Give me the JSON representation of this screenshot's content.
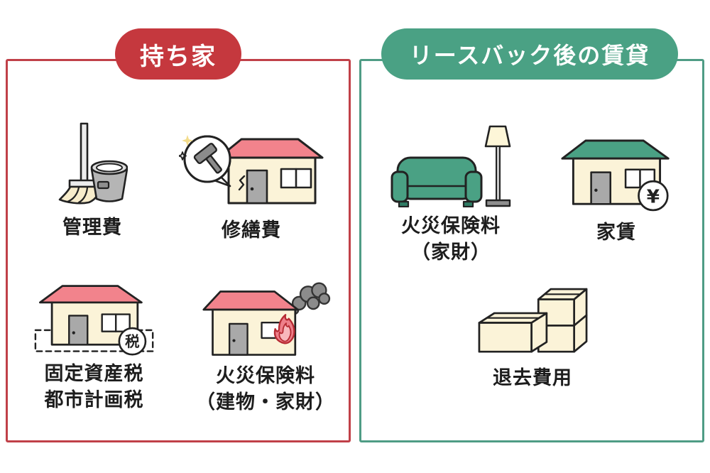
{
  "colors": {
    "owned_accent": "#c5383e",
    "owned_border": "#c04048",
    "leaseback_accent": "#4aa184",
    "leaseback_border": "#4f9c85",
    "roof_pink": "#f2838c",
    "roof_green": "#4aa184",
    "cream": "#fbf3d8",
    "door_gray": "#a9a9a9",
    "smoke_gray": "#8b8b8b",
    "outline": "#222222"
  },
  "owned": {
    "title": "持ち家",
    "items": [
      {
        "label": "管理費",
        "icon": "broom-bucket-icon"
      },
      {
        "label": "修繕費",
        "icon": "repair-house-icon"
      },
      {
        "label": "固定資産税",
        "label2": "都市計画税",
        "icon": "tax-house-icon",
        "badge": "税"
      },
      {
        "label": "火災保険料",
        "label2": "（建物・家財）",
        "icon": "burning-house-icon"
      }
    ]
  },
  "leaseback": {
    "title": "リースバック後の賃貸",
    "items": [
      {
        "label": "火災保険料",
        "label2": "（家財）",
        "icon": "sofa-lamp-icon"
      },
      {
        "label": "家賃",
        "icon": "rent-house-icon",
        "badge": "¥"
      },
      {
        "label": "退去費用",
        "icon": "moving-boxes-icon"
      }
    ]
  }
}
